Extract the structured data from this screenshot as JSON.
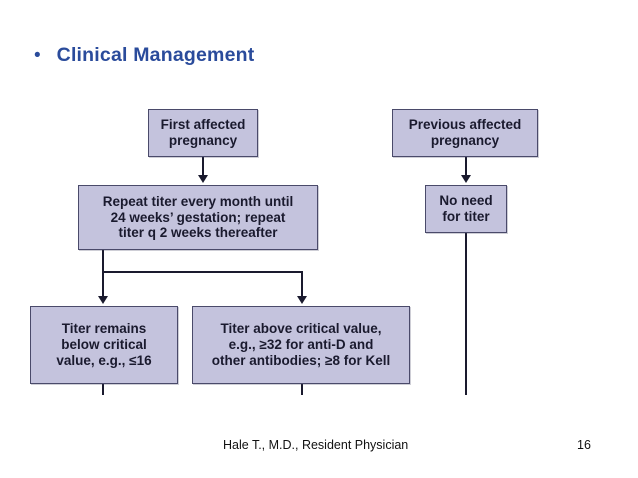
{
  "slide": {
    "title": {
      "bullet": "•",
      "text": "Clinical Management"
    },
    "footer": {
      "author": "Hale T., M.D., Resident Physician",
      "page_number": "16"
    },
    "colors": {
      "title": "#2a4b9b",
      "node_fill": "#c4c3dd",
      "node_border": "#4a4a6a",
      "node_text": "#1a1a2e",
      "line": "#1a1a2e",
      "background": "#ffffff"
    }
  },
  "diagram": {
    "type": "flowchart",
    "nodes": [
      {
        "id": "first_affected",
        "label": "First affected\npregnancy"
      },
      {
        "id": "previous_affected",
        "label": "Previous affected\npregnancy"
      },
      {
        "id": "repeat_titer",
        "label": "Repeat titer every month until\n24 weeks’ gestation; repeat\ntiter q 2 weeks thereafter"
      },
      {
        "id": "no_need",
        "label": "No need\nfor titer"
      },
      {
        "id": "titer_below",
        "label": "Titer remains\nbelow critical\nvalue, e.g., ≤16"
      },
      {
        "id": "titer_above",
        "label": "Titer above critical value,\ne.g., ≥32 for anti-D and\nother antibodies; ≥8 for Kell"
      }
    ],
    "edges": [
      {
        "from": "first_affected",
        "to": "repeat_titer"
      },
      {
        "from": "previous_affected",
        "to": "no_need"
      },
      {
        "from": "repeat_titer",
        "to": "titer_below"
      },
      {
        "from": "repeat_titer",
        "to": "titer_above"
      },
      {
        "from": "no_need",
        "to": "offscreen_below"
      },
      {
        "from": "titer_below",
        "to": "offscreen_below"
      },
      {
        "from": "titer_above",
        "to": "offscreen_below"
      }
    ]
  }
}
